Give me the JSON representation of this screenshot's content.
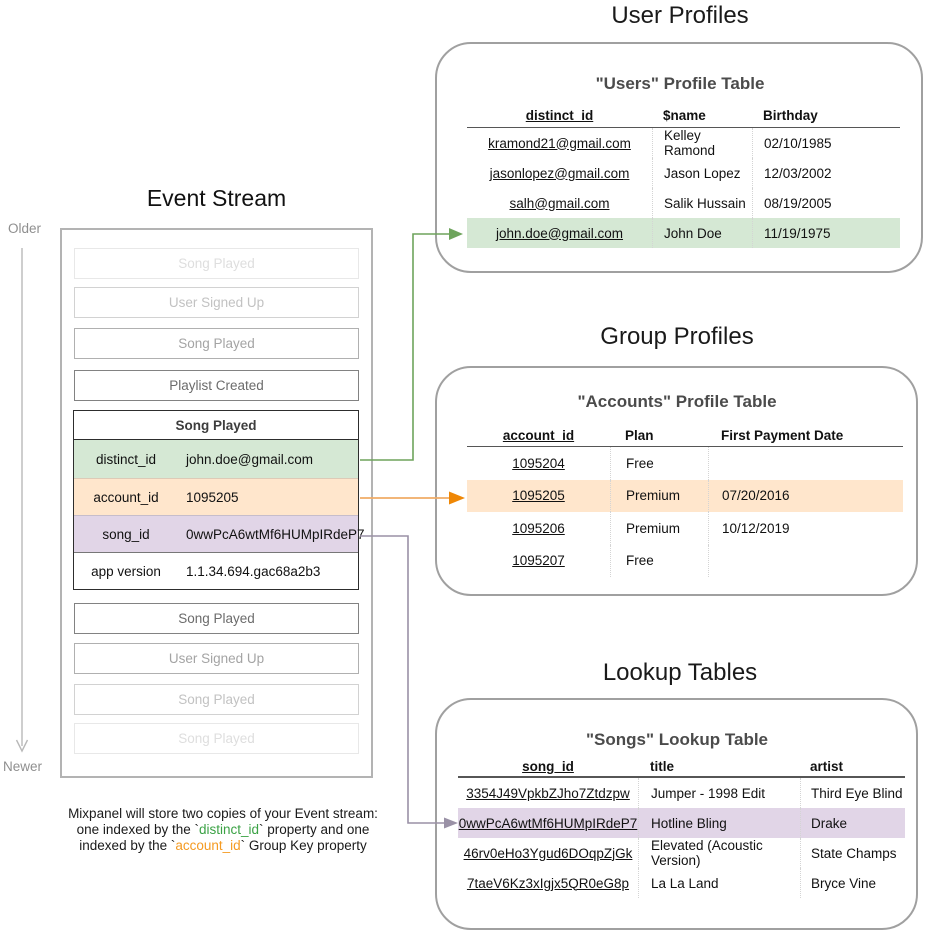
{
  "colors": {
    "green_fill": "#d5e8d4",
    "orange_fill": "#ffe6cc",
    "purple_fill": "#e1d5e7",
    "green_arrow": "#6ea45c",
    "orange_arrow_line": "#f0ab66",
    "orange_arrow_head": "#ef8705",
    "purple_arrow": "#9a91a6",
    "timeline_gray": "#b9b9b9",
    "caption_green": "#3ba245",
    "caption_orange": "#f59b22"
  },
  "event_stream": {
    "title": "Event Stream",
    "older_label": "Older",
    "newer_label": "Newer",
    "events_before": [
      {
        "label": "Song Played"
      },
      {
        "label": "User Signed Up"
      },
      {
        "label": "Song Played"
      },
      {
        "label": "Playlist Created"
      }
    ],
    "expanded_event": {
      "title": "Song Played",
      "properties": [
        {
          "key": "distinct_id",
          "value": "john.doe@gmail.com",
          "highlight": "green"
        },
        {
          "key": "account_id",
          "value": "1095205",
          "highlight": "orange"
        },
        {
          "key": "song_id",
          "value": "0wwPcA6wtMf6HUMpIRdeP7",
          "highlight": "purple"
        },
        {
          "key": "app version",
          "value": "1.1.34.694.gac68a2b3",
          "highlight": "none"
        }
      ]
    },
    "events_after": [
      {
        "label": "Song Played"
      },
      {
        "label": "User Signed Up"
      },
      {
        "label": "Song Played"
      },
      {
        "label": "Song Played"
      }
    ],
    "caption": {
      "line1": "Mixpanel will store two copies of your Event stream:",
      "line2": {
        "pre": "one indexed by the `",
        "code": "distinct_id",
        "post": "` property and one"
      },
      "line3": {
        "pre": "indexed by the `",
        "code": "account_id",
        "post": "` Group Key property"
      }
    }
  },
  "user_profiles": {
    "section_title": "User Profiles",
    "table_title": "\"Users\" Profile Table",
    "columns": [
      "distinct_id",
      "$name",
      "Birthday"
    ],
    "rows": [
      {
        "distinct_id": "kramond21@gmail.com",
        "name": "Kelley Ramond",
        "birthday": "02/10/1985"
      },
      {
        "distinct_id": "jasonlopez@gmail.com",
        "name": "Jason Lopez",
        "birthday": "12/03/2002"
      },
      {
        "distinct_id": "salh@gmail.com",
        "name": "Salik Hussain",
        "birthday": "08/19/2005"
      },
      {
        "distinct_id": "john.doe@gmail.com",
        "name": "John Doe",
        "birthday": "11/19/1975"
      }
    ],
    "highlighted_row": "john.doe@gmail.com"
  },
  "group_profiles": {
    "section_title": "Group Profiles",
    "table_title": "\"Accounts\" Profile Table",
    "columns": [
      "account_id",
      "Plan",
      "First Payment Date"
    ],
    "rows": [
      {
        "account_id": "1095204",
        "plan": "Free",
        "first_payment_date": ""
      },
      {
        "account_id": "1095205",
        "plan": "Premium",
        "first_payment_date": "07/20/2016"
      },
      {
        "account_id": "1095206",
        "plan": "Premium",
        "first_payment_date": "10/12/2019"
      },
      {
        "account_id": "1095207",
        "plan": "Free",
        "first_payment_date": ""
      }
    ],
    "highlighted_row": "1095205"
  },
  "lookup_tables": {
    "section_title": "Lookup Tables",
    "table_title": "\"Songs\" Lookup Table",
    "columns": [
      "song_id",
      "title",
      "artist"
    ],
    "rows": [
      {
        "song_id": "3354J49VpkbZJho7Ztdzpw",
        "title": "Jumper - 1998 Edit",
        "artist": "Third Eye Blind"
      },
      {
        "song_id": "0wwPcA6wtMf6HUMpIRdeP7",
        "title": "Hotline Bling",
        "artist": "Drake"
      },
      {
        "song_id": "46rv0eHo3Ygud6DOqpZjGk",
        "title": "Elevated (Acoustic Version)",
        "artist": "State Champs"
      },
      {
        "song_id": "7taeV6Kz3xIgjx5QR0eG8p",
        "title": "La La Land",
        "artist": "Bryce Vine"
      }
    ],
    "highlighted_row": "0wwPcA6wtMf6HUMpIRdeP7"
  }
}
